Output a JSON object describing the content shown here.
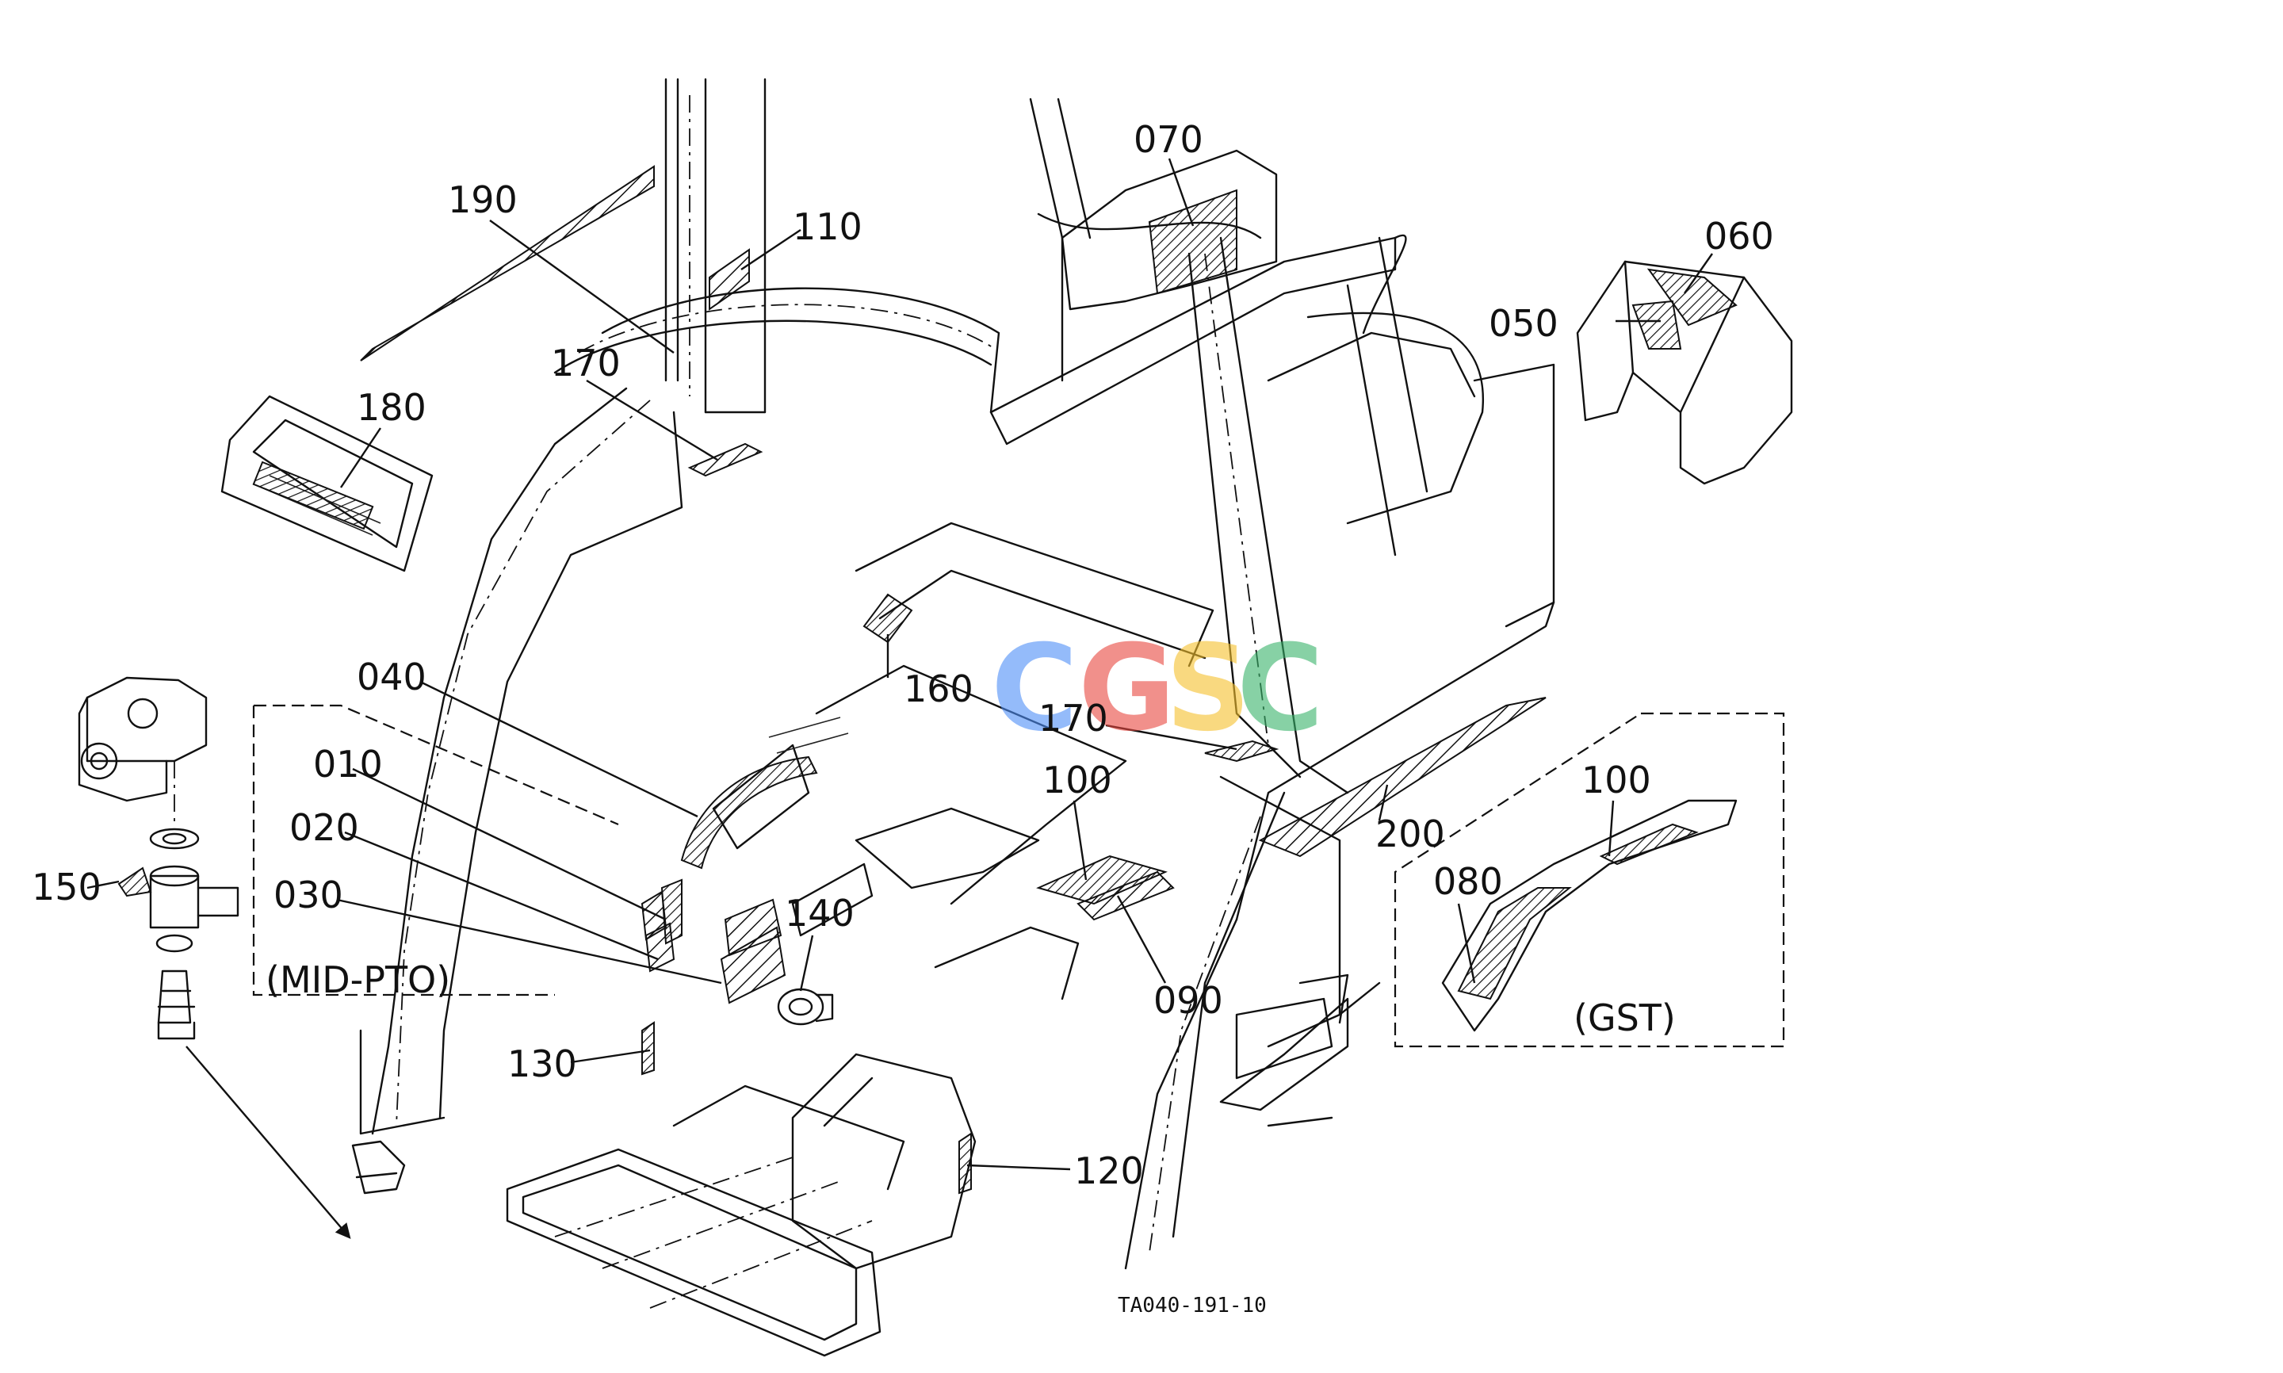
{
  "labels": {
    "p190": "190",
    "p110": "110",
    "p070": "070",
    "p060": "060",
    "p050": "050",
    "p170a": "170",
    "p180": "180",
    "p160": "160",
    "p170b": "170",
    "p040": "040",
    "p010": "010",
    "p020": "020",
    "p030": "030",
    "p150": "150",
    "p140": "140",
    "p100a": "100",
    "p100b": "100",
    "p080": "080",
    "p090": "090",
    "p200": "200",
    "p130": "130",
    "p120": "120"
  },
  "callouts": {
    "mid_pto": "(MID-PTO)",
    "gst": "(GST)"
  },
  "drawing_number": "TA040-191-10",
  "watermark": {
    "letters": [
      "C",
      "G",
      "S",
      "C"
    ],
    "colors": [
      "#4e8ef7",
      "#e9473f",
      "#f6c02c",
      "#38b36a"
    ]
  }
}
